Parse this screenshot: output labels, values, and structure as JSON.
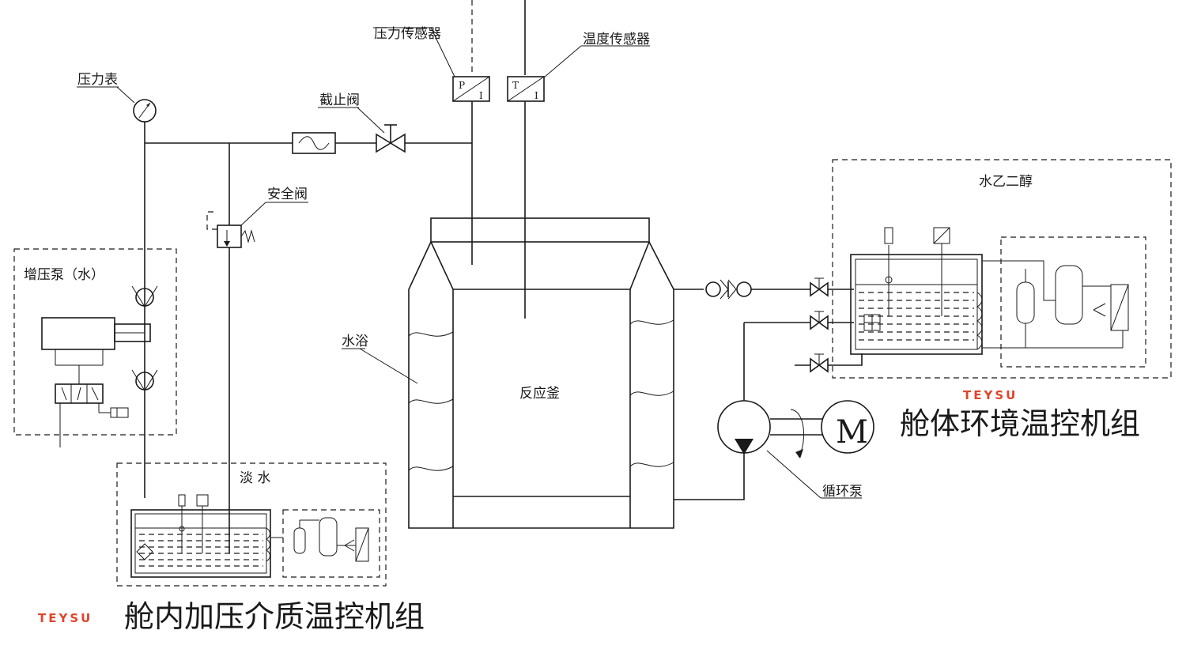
{
  "labels": {
    "pressure_gauge": "压力表",
    "pressure_sensor": "压力传感器",
    "temperature_sensor": "温度传感器",
    "stop_valve": "截止阀",
    "safety_valve": "安全阀",
    "booster_pump": "增压泵（水）",
    "water_bath": "水浴",
    "reactor": "反应釜",
    "fresh_water": "淡 水",
    "glycol": "水乙二醇",
    "circulation_pump": "循环泵",
    "pressure_sensor_letters": [
      "P",
      "I"
    ],
    "temperature_sensor_letters": [
      "T",
      "I"
    ],
    "motor_letter": "M"
  },
  "units": {
    "cabin_unit_title": "舱体环境温控机组",
    "inner_unit_title": "舱内加压介质温控机组",
    "brand": "TEYSU"
  },
  "colors": {
    "line": "#1a1a1a",
    "brand": "#e0442a"
  }
}
